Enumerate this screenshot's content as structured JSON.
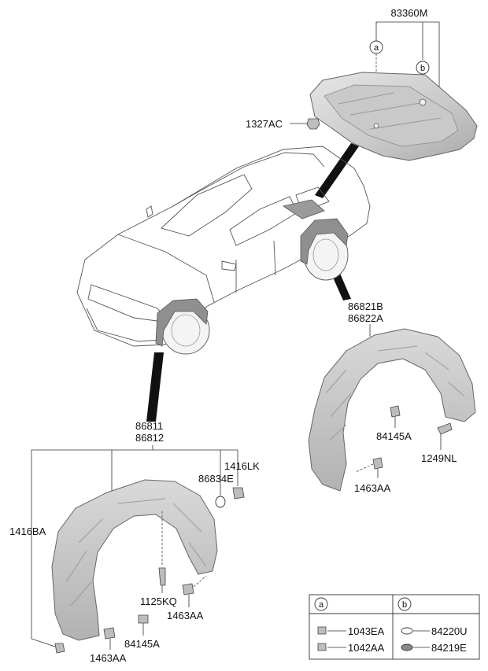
{
  "parts": {
    "under_cover": "83360M",
    "under_cover_nut": "1327AC",
    "rear_guard_lh": "86821B",
    "rear_guard_rh": "86822A",
    "front_guard_lh": "86811",
    "front_guard_rh": "86812",
    "clip_84145A_rear": "84145A",
    "screw_1249NL": "1249NL",
    "clip_1463AA_rear": "1463AA",
    "washer_86834E": "86834E",
    "clip_1416LK": "1416LK",
    "bolt_1416BA": "1416BA",
    "screw_1125KQ": "1125KQ",
    "clip_1463AA_front": "1463AA",
    "clip_84145A_front": "84145A",
    "clip_1463AA_bottom": "1463AA"
  },
  "callouts": {
    "a": "a",
    "b": "b"
  },
  "legend": {
    "col_a": "a",
    "col_b": "b",
    "a_items": [
      "1043EA",
      "1042AA"
    ],
    "b_items": [
      "84220U",
      "84219E"
    ]
  },
  "colors": {
    "part_fill": "#d4d4d4",
    "part_shade": "#b8b8b8",
    "line": "#333333"
  }
}
